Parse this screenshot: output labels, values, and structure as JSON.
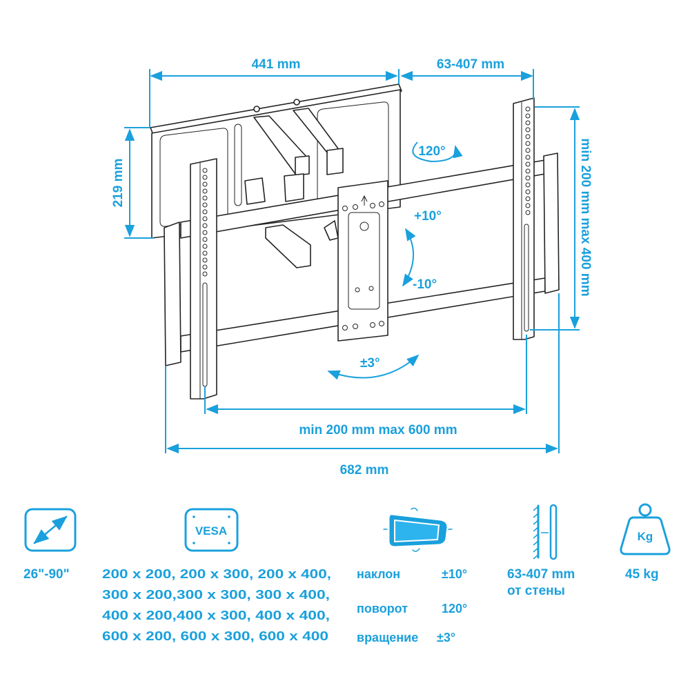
{
  "colors": {
    "accent": "#1aa0dc",
    "line": "#222222"
  },
  "dimensions": {
    "plate_width": "441 mm",
    "wall_distance": "63-407 mm",
    "plate_height": "219 mm",
    "vertical_range": "min 200 mm max 400 mm",
    "horizontal_range": "min 200 mm max 600 mm",
    "total_width": "682 mm"
  },
  "motions": {
    "swivel": "120°",
    "tilt_up": "+10°",
    "tilt_down": "-10°",
    "rotation": "±3°"
  },
  "icons": {
    "screen_size": "diagonal-arrow-icon",
    "vesa": {
      "name": "vesa-plate-icon",
      "label": "VESA"
    },
    "motion": "tilt-swivel-icon",
    "wall": "wall-distance-icon",
    "weight": {
      "name": "weight-icon",
      "label": "Kg"
    }
  },
  "specs": {
    "screen_size": "26\"-90\"",
    "vesa_lines": [
      "200 x 200, 200 x 300, 200 x 400,",
      "300 x 200,300 x 300, 300 x 400,",
      "400 x 200,400 x 300, 400 x 400,",
      "600 x 200, 600 x 300, 600 x 400"
    ],
    "motion_rows": [
      {
        "label": "наклон",
        "value": "±10°"
      },
      {
        "label": "поворот",
        "value": "120°"
      },
      {
        "label": "вращение",
        "value": "±3°"
      }
    ],
    "wall_distance": "63-407 mm",
    "wall_distance_note": "от стены",
    "max_load": "45 kg"
  }
}
